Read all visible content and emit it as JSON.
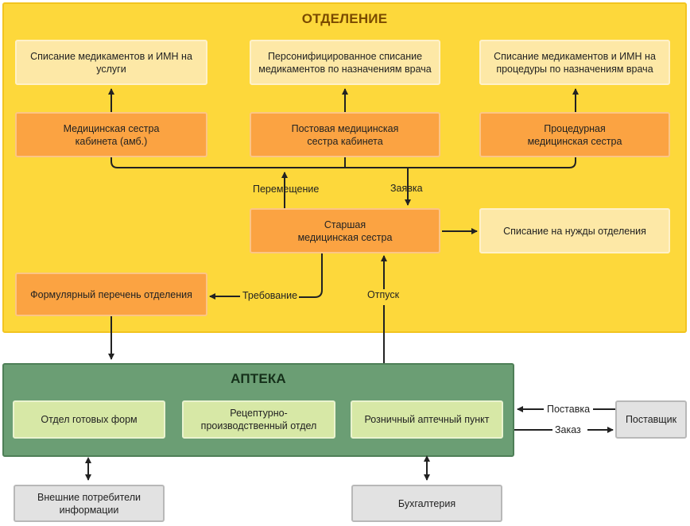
{
  "department": {
    "title": "ОТДЕЛЕНИЕ",
    "writeoff_services": "Списание медикаментов и ИМН на услуги",
    "writeoff_personal": "Персонифицированное списание медикаментов по назначениям врача",
    "writeoff_procedures": "Списание медикаментов и ИМН на процедуры по назначениям врача",
    "nurse_cabinet": "Медицинская сестра кабинета (амб.)",
    "nurse_post": "Постовая медицинская сестра кабинета",
    "nurse_procedure": "Процедурная медицинская сестра",
    "head_nurse": "Старшая медицинская сестра",
    "writeoff_department": "Списание на нужды отделения",
    "formulary": "Формулярный перечень отделения",
    "label_transfer": "Перемещение",
    "label_request": "Заявка",
    "label_demand": "Требование",
    "label_release": "Отпуск"
  },
  "pharmacy": {
    "title": "АПТЕКА",
    "ready_forms": "Отдел готовых форм",
    "prescription_dept": "Рецептурно-производственный отдел",
    "retail_point": "Розничный аптечный пункт"
  },
  "external": {
    "supplier": "Поставщик",
    "label_delivery": "Поставка",
    "label_order": "Заказ",
    "info_consumers": "Внешние потребители информации",
    "accounting": "Бухгалтерия"
  }
}
